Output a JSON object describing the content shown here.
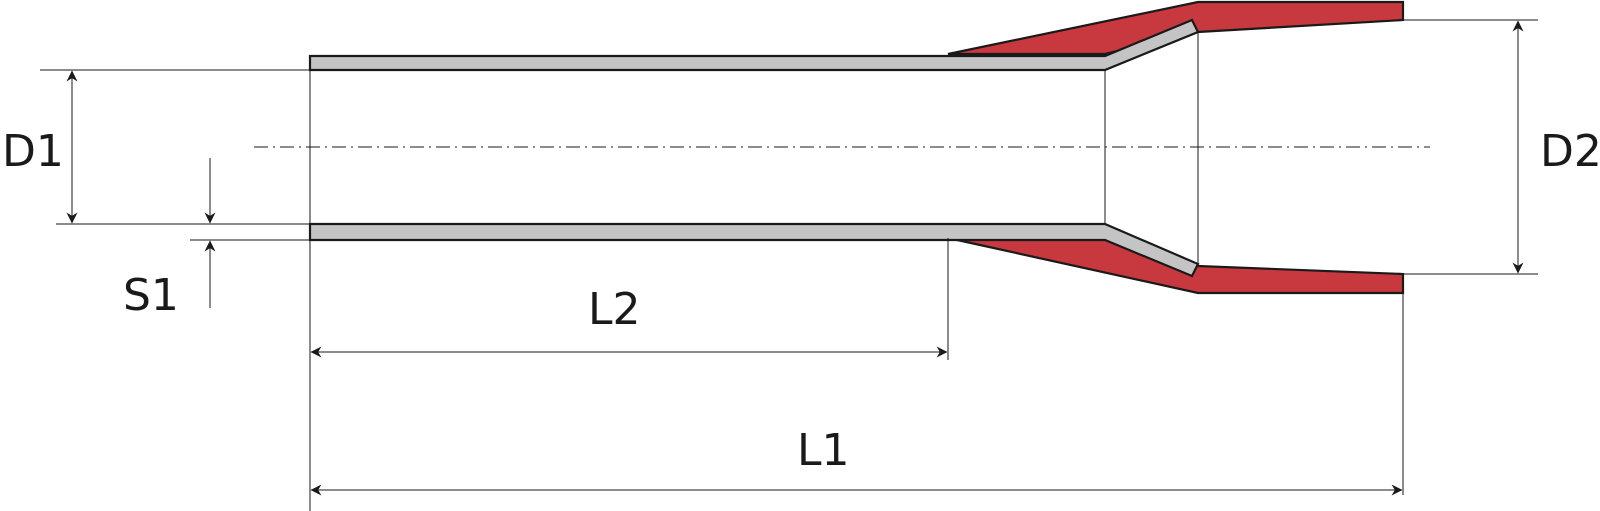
{
  "colors": {
    "collar": "#c8383f",
    "tube": "#c4c4c4",
    "line": "#1a1a1a",
    "background": "#ffffff"
  },
  "labels": {
    "d1": "D1",
    "d2": "D2",
    "s1": "S1",
    "l1": "L1",
    "l2": "L2"
  }
}
